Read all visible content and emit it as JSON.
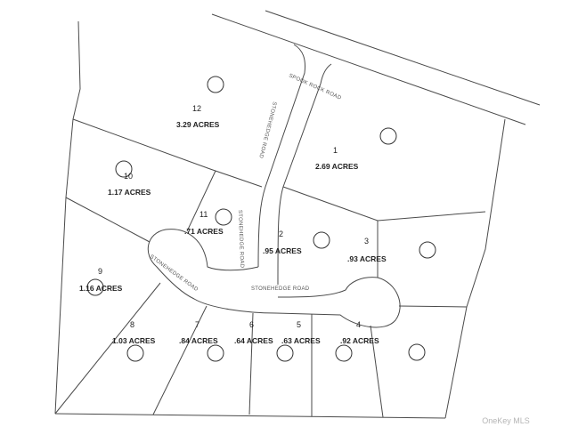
{
  "lots": [
    {
      "id": "lot-1",
      "number": "1",
      "acres": "2.69 ACRES"
    },
    {
      "id": "lot-2",
      "number": "2",
      "acres": ".95 ACRES"
    },
    {
      "id": "lot-3",
      "number": "3",
      "acres": ".93 ACRES"
    },
    {
      "id": "lot-4",
      "number": "4",
      "acres": ".92 ACRES"
    },
    {
      "id": "lot-5",
      "number": "5",
      "acres": ".63 ACRES"
    },
    {
      "id": "lot-6",
      "number": "6",
      "acres": ".64 ACRES"
    },
    {
      "id": "lot-7",
      "number": "7",
      "acres": ".84 ACRES"
    },
    {
      "id": "lot-8",
      "number": "8",
      "acres": "1.03 ACRES"
    },
    {
      "id": "lot-9",
      "number": "9",
      "acres": "1.16 ACRES"
    },
    {
      "id": "lot-10",
      "number": "10",
      "acres": "1.17 ACRES"
    },
    {
      "id": "lot-11",
      "number": "11",
      "acres": ".71 ACRES"
    },
    {
      "id": "lot-12",
      "number": "12",
      "acres": "3.29 ACRES"
    }
  ],
  "roads": {
    "spook_rock": "SPOOK ROCK ROAD",
    "stonehedge_1": "STONEHEDGE ROAD",
    "stonehedge_2": "STONEHEDGE ROAD",
    "stonehedge_3": "STONEHEDGE ROAD",
    "stonehedge_4": "STONEHEDGE ROAD"
  },
  "watermark": "OneKey MLS"
}
